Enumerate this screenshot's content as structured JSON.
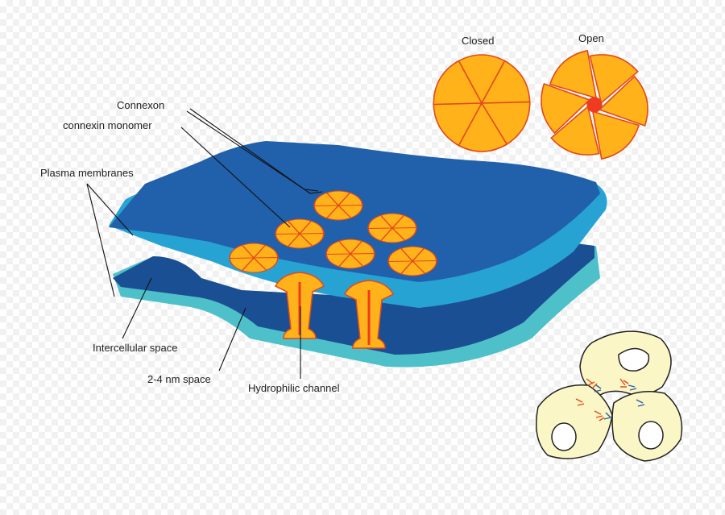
{
  "labels": {
    "closed": "Closed",
    "open": "Open",
    "connexon": "Connexon",
    "connexin_monomer": "connexin monomer",
    "plasma_membranes": "Plasma membranes",
    "intercellular_space": "Intercellular space",
    "nm_space": "2-4 nm space",
    "hydrophilic_channel": "Hydrophilic channel"
  },
  "colors": {
    "membrane_top": "#2160aa",
    "membrane_edge": "#27a3d3",
    "membrane_lower_top": "#1b4f93",
    "membrane_lower_edge": "#4ec0c9",
    "connexin_fill": "#ffb21a",
    "connexin_stroke": "#e2481b",
    "pore": "#ef3b1f",
    "cell_fill": "#fbf6c6",
    "cell_stroke": "#222222"
  }
}
